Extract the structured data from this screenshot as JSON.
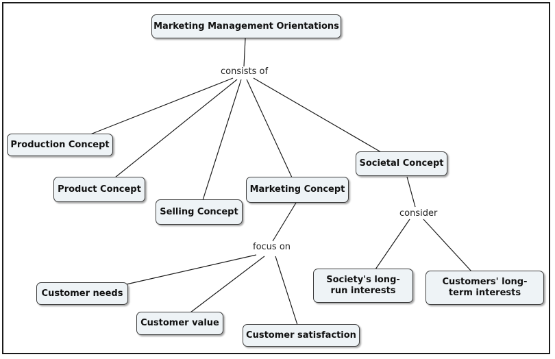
{
  "nodes": {
    "root": "Marketing Management Orientations",
    "production": "Production Concept",
    "product": "Product Concept",
    "selling": "Selling Concept",
    "marketing": "Marketing Concept",
    "societal": "Societal Concept",
    "needs": "Customer needs",
    "value": "Customer value",
    "satisfaction": "Customer satisfaction",
    "society_interests": "Society's long-run interests",
    "customer_interests": "Customers' long-term interests"
  },
  "links": {
    "consists_of": "consists of",
    "focus_on": "focus on",
    "consider": "consider"
  }
}
